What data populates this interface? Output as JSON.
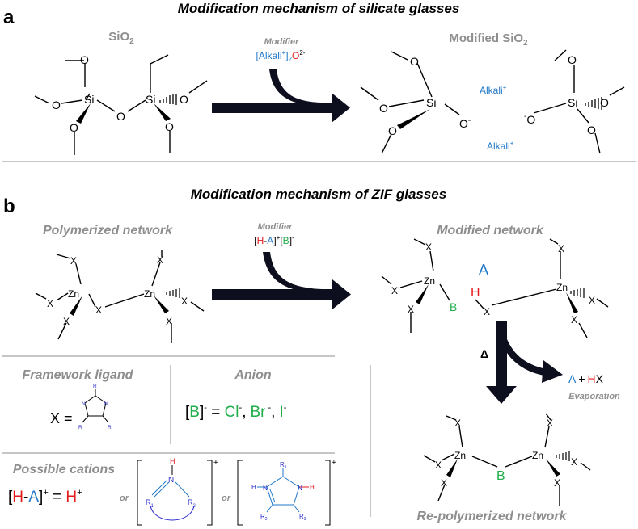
{
  "colors": {
    "gray": "#8e8e8e",
    "blue": "#1f78c8",
    "red": "#e41a1c",
    "green": "#1fae4a",
    "ligandBlue": "#2a2ad0"
  },
  "panel_a": {
    "label": "a",
    "title": "Modification mechanism of silicate glasses",
    "left_label_main": "SiO",
    "left_label_sub": "2",
    "modifier_title": "Modifier",
    "modifier_formula_main": "[Alkali",
    "modifier_formula_plus": "+",
    "modifier_formula_close": "]",
    "modifier_formula_two": "2",
    "modifier_formula_o": "O",
    "modifier_formula_charge": "2-",
    "right_label_main": "Modified SiO",
    "right_label_sub": "2",
    "atom_si": "Si",
    "atom_o": "O",
    "alkali_main": "Alkali",
    "alkali_plus": "+",
    "o_minus": "O",
    "minus": "-"
  },
  "panel_b": {
    "label": "b",
    "title": "Modification mechanism of ZIF glasses",
    "left_label": "Polymerized network",
    "modifier_title": "Modifier",
    "modifier_lb": "[",
    "modifier_h": "H",
    "modifier_dash": "-",
    "modifier_a": "A",
    "modifier_rb": "]",
    "modifier_plus": "+",
    "modifier_lb2": "[",
    "modifier_b": "B",
    "modifier_rb2": "]",
    "modifier_minus": "-",
    "right_label": "Modified network",
    "atom_zn": "Zn",
    "atom_x": "X",
    "label_a": "A",
    "label_h": "H",
    "label_b": "B",
    "label_bminus": "-",
    "delta": "Δ",
    "product_a": "A",
    "product_plus": "+",
    "product_h": "H",
    "product_x": "X",
    "evaporation": "Evaporation",
    "repolymerized": "Re-polymerized network",
    "framework_ligand": "Framework ligand",
    "x_eq": "X =",
    "anion_title": "Anion",
    "anion_lhs_lb": "[",
    "anion_lhs_b": "B",
    "anion_lhs_rb": "]",
    "anion_lhs_minus": "-",
    "anion_eq": " = ",
    "anion_cl": "Cl",
    "anion_br": "Br",
    "anion_i": "I",
    "anion_comma": ",",
    "possible_cations": "Possible cations",
    "cation_lb": "[",
    "cation_h": "H",
    "cation_dash": "-",
    "cation_a": "A",
    "cation_rb": "]",
    "cation_plus": "+",
    "cation_eq": " = ",
    "cation_hplus": "H",
    "or1": "or",
    "or2": "or",
    "lig_n": "N",
    "lig_h": "H",
    "lig_r1": "R",
    "lig_r2": "R",
    "lig_r3": "R",
    "sub1": "1",
    "sub2": "2",
    "sub3": "3"
  }
}
